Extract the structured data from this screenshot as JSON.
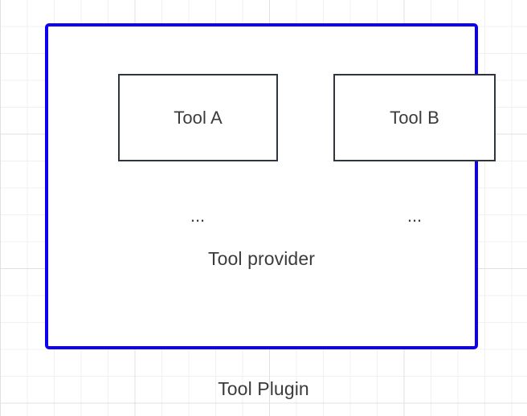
{
  "diagram": {
    "title": "Tool Plugin",
    "background": {
      "grid": true,
      "grid_minor_color": "#f0f0f0",
      "grid_major_color": "#e0e0e0",
      "page_color": "#ffffff"
    },
    "container": {
      "label": "Tool provider",
      "border_color": "#0d00f0",
      "fill_color": "#ffffff"
    },
    "nodes": [
      {
        "id": "tool-a",
        "label": "Tool A",
        "border_color": "#2e3440",
        "fill_color": "#ffffff"
      },
      {
        "id": "tool-b",
        "label": "Tool B",
        "border_color": "#2e3440",
        "fill_color": "#ffffff"
      }
    ],
    "ellipses": [
      {
        "id": "ellipsis-a",
        "text": "..."
      },
      {
        "id": "ellipsis-b",
        "text": "..."
      }
    ],
    "caption": "Tool Plugin",
    "text_color": "#3b3b3b"
  }
}
